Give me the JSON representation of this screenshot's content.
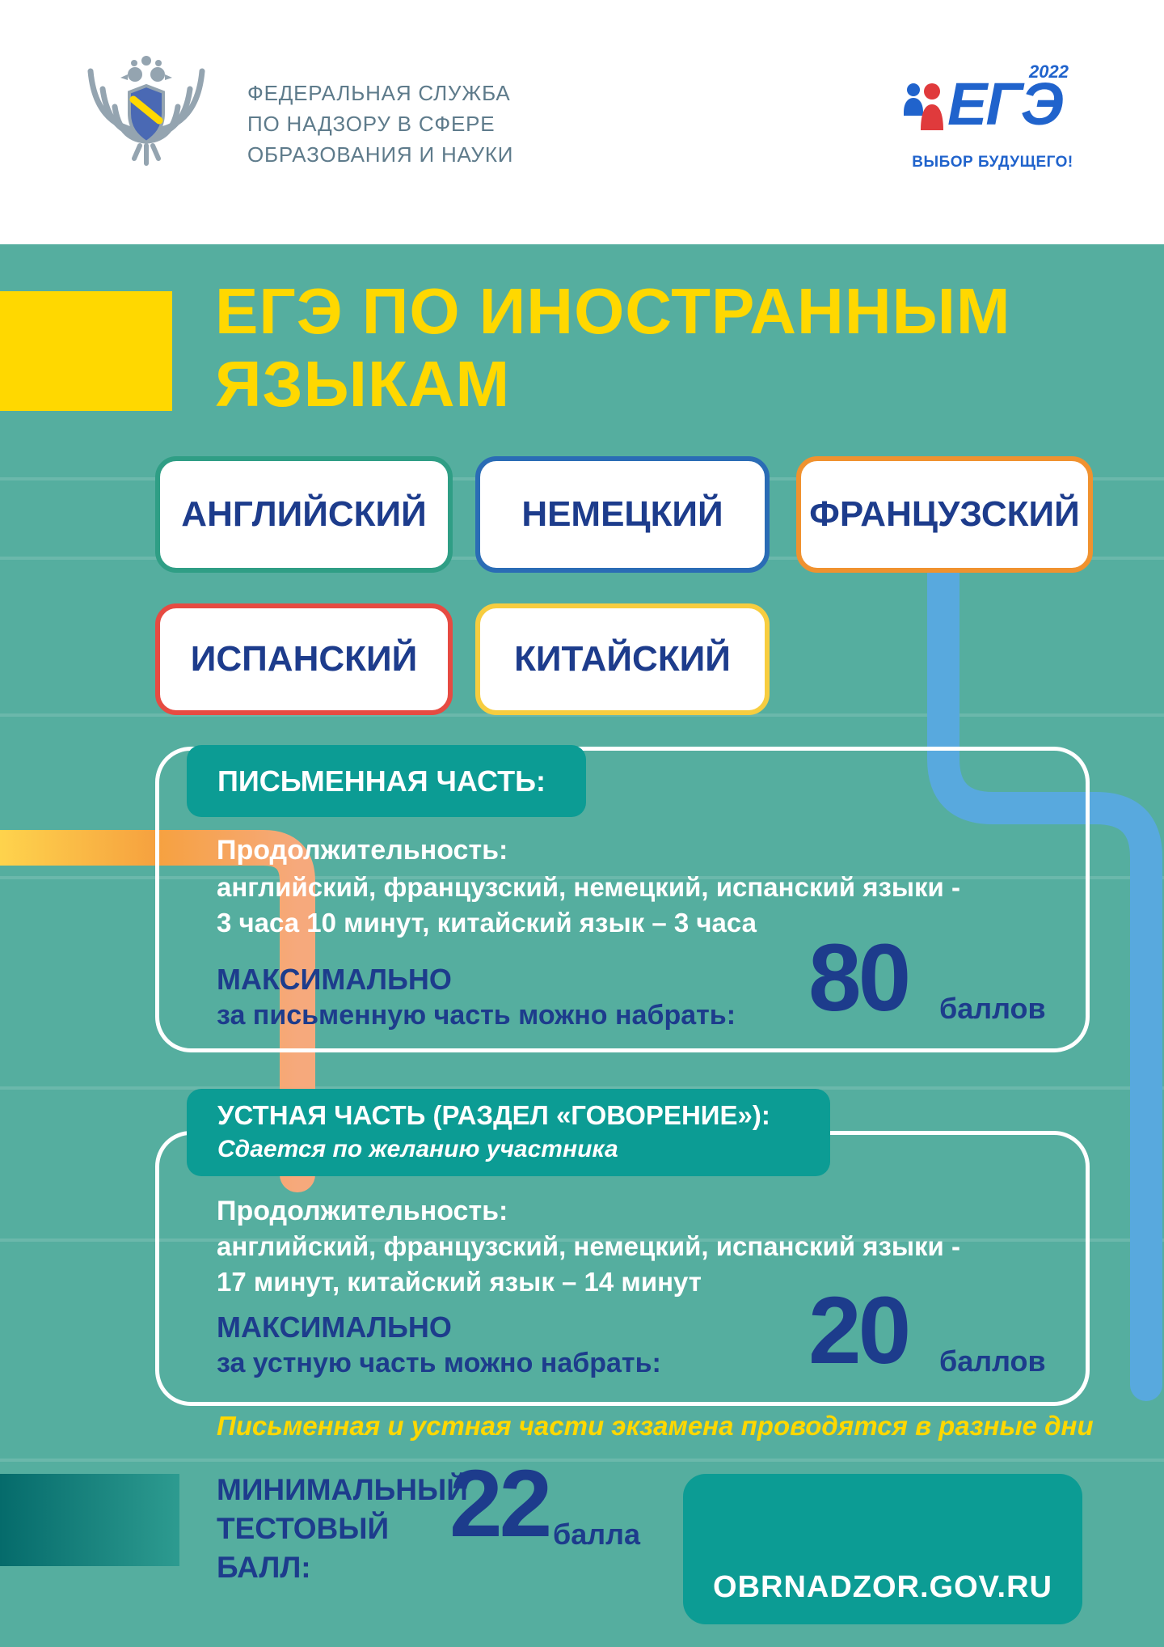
{
  "header": {
    "agency_lines": [
      "ФЕДЕРАЛЬНАЯ СЛУЖБА",
      "ПО НАДЗОРУ В СФЕРЕ",
      "ОБРАЗОВАНИЯ И НАУКИ"
    ],
    "ege_logo": {
      "year": "2022",
      "title": "ЕГЭ",
      "slogan": "ВЫБОР БУДУЩЕГО!"
    }
  },
  "title": {
    "line1": "ЕГЭ ПО ИНОСТРАННЫМ",
    "line2": "ЯЗЫКАМ"
  },
  "languages": [
    {
      "label": "АНГЛИЙСКИЙ",
      "border_color": "#2f9e85"
    },
    {
      "label": "НЕМЕЦКИЙ",
      "border_color": "#2a6cb5"
    },
    {
      "label": "ФРАНЦУЗСКИЙ",
      "border_color": "#f0922f"
    },
    {
      "label": "ИСПАНСКИЙ",
      "border_color": "#e64b42"
    },
    {
      "label": "КИТАЙСКИЙ",
      "border_color": "#f7cd3f"
    }
  ],
  "written_section": {
    "heading": "ПИСЬМЕННАЯ ЧАСТЬ:",
    "duration_label": "Продолжительность:",
    "duration_line1": "английский, французский, немецкий, испанский языки  -",
    "duration_line2": "3 часа 10 минут, китайский язык – 3 часа",
    "max_line1": "МАКСИМАЛЬНО",
    "max_line2": "за письменную часть можно набрать:",
    "max_value": "80",
    "max_unit": "баллов"
  },
  "oral_section": {
    "heading": "УСТНАЯ ЧАСТЬ (РАЗДЕЛ «ГОВОРЕНИЕ»):",
    "subheading": "Сдается по желанию участника",
    "duration_label": "Продолжительность:",
    "duration_line1": "английский, французский, немецкий, испанский языки -",
    "duration_line2": "17 минут, китайский язык – 14 минут",
    "max_line1": "МАКСИМАЛЬНО",
    "max_line2": "за устную часть можно набрать:",
    "max_value": "20",
    "max_unit": "баллов"
  },
  "note": "Письменная и устная части экзамена проводятся в разные дни",
  "minimum": {
    "label_line1": "МИНИМАЛЬНЫЙ",
    "label_line2": "ТЕСТОВЫЙ БАЛЛ:",
    "value": "22",
    "unit": "балла"
  },
  "footer": {
    "website": "OBRNADZOR.GOV.RU"
  },
  "colors": {
    "background_teal": "#55ae9f",
    "accent_yellow": "#ffd800",
    "dark_blue": "#1d3c8c",
    "section_teal": "#0c9c94",
    "pipe_blue": "#58a9de",
    "pipe_orange": "#f6a13f"
  }
}
